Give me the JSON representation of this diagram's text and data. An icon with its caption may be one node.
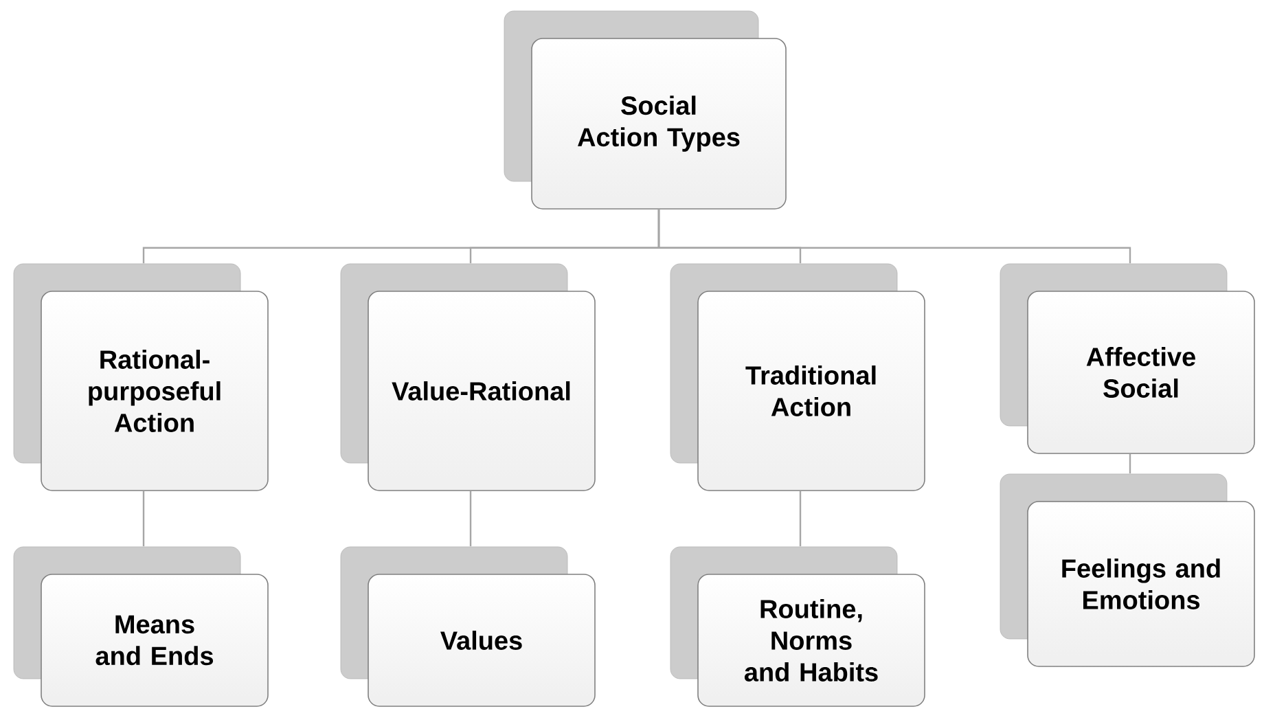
{
  "diagram": {
    "nodes": [
      {
        "text": [
          "Social Action Types"
        ]
      },
      {
        "text": [
          "Rational-purposeful Action"
        ]
      },
      {
        "text": [
          "Value-Rational"
        ]
      },
      {
        "text": [
          "Traditional Action"
        ]
      },
      {
        "text": [
          "Affective Social"
        ]
      },
      {
        "text": [
          "Means and Ends"
        ]
      },
      {
        "text": [
          "Values"
        ]
      },
      {
        "text": [
          "Routine, Norms and Habits"
        ]
      },
      {
        "text": [
          "Feelings and Emotions"
        ]
      }
    ],
    "edges": [
      {
        "from": 0,
        "to": 1,
        "arrow": "none"
      },
      {
        "from": 0,
        "to": 2,
        "arrow": "none"
      },
      {
        "from": 0,
        "to": 3,
        "arrow": "none"
      },
      {
        "from": 0,
        "to": 4,
        "arrow": "none"
      },
      {
        "from": 1,
        "to": 5,
        "arrow": "none"
      },
      {
        "from": 2,
        "to": 6,
        "arrow": "none"
      },
      {
        "from": 3,
        "to": 7,
        "arrow": "none"
      },
      {
        "from": 4,
        "to": 8,
        "arrow": "none"
      }
    ]
  }
}
